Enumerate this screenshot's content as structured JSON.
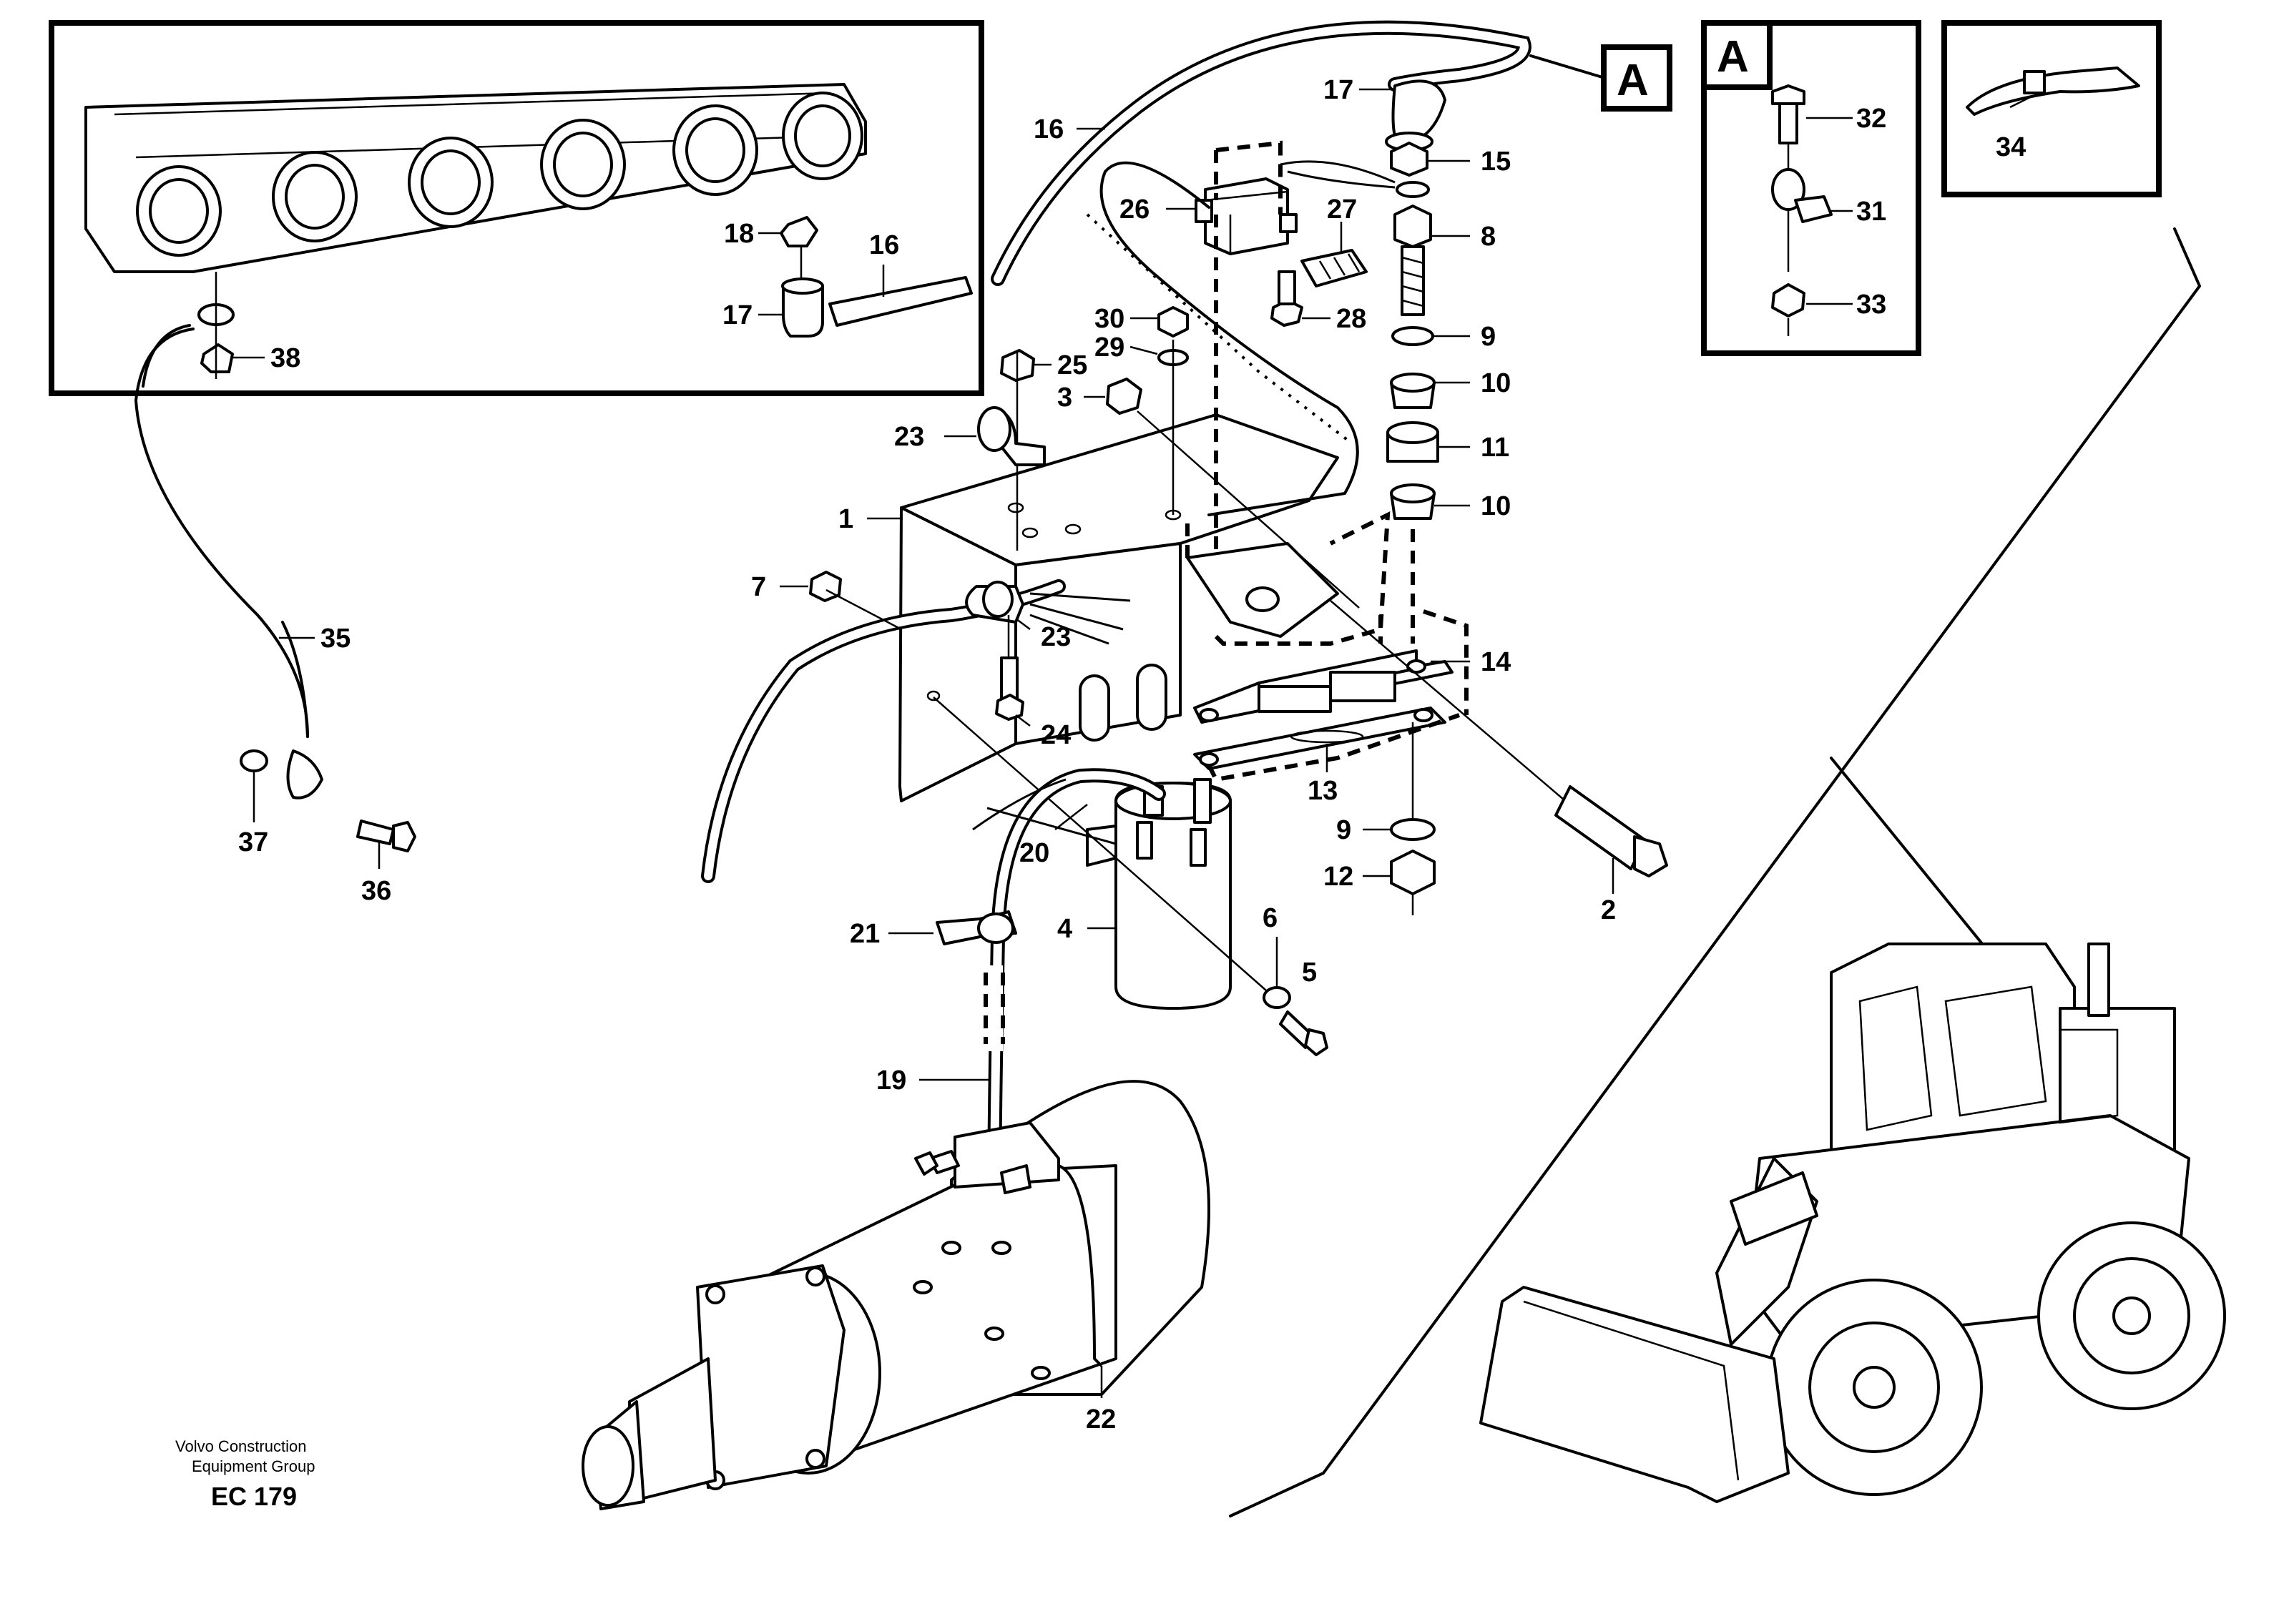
{
  "callouts": {
    "c1": "1",
    "c2": "2",
    "c3": "3",
    "c4": "4",
    "c5": "5",
    "c6": "6",
    "c7": "7",
    "c8": "8",
    "c9a": "9",
    "c9b": "9",
    "c10a": "10",
    "c10b": "10",
    "c11": "11",
    "c12": "12",
    "c13": "13",
    "c14": "14",
    "c15": "15",
    "c16a": "16",
    "c16b": "16",
    "c17a": "17",
    "c17b": "17",
    "c18": "18",
    "c19": "19",
    "c20": "20",
    "c21": "21",
    "c22": "22",
    "c23a": "23",
    "c23b": "23",
    "c24": "24",
    "c25": "25",
    "c26": "26",
    "c27": "27",
    "c28": "28",
    "c29": "29",
    "c30": "30",
    "c31": "31",
    "c32": "32",
    "c33": "33",
    "c34": "34",
    "c35": "35",
    "c36": "36",
    "c37": "37",
    "c38": "38"
  },
  "detail_ref": {
    "label": "A",
    "box_label": "A"
  },
  "credit": {
    "line1": "Volvo Construction",
    "line2": "Equipment Group",
    "code": "EC 179"
  }
}
